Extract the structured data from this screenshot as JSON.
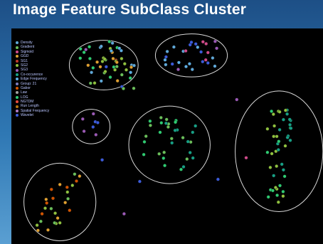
{
  "title": "Image Feature  SubClass Cluster",
  "chart_data": {
    "type": "scatter",
    "title": "Image Feature  SubClass Cluster",
    "xlabel": "",
    "ylabel": "",
    "xlim": [
      0,
      100
    ],
    "ylim": [
      0,
      100
    ],
    "grid": false,
    "legend_position": "top-left",
    "legend": [
      {
        "name": "Density",
        "color": "#5fa8d8"
      },
      {
        "name": "Gradient",
        "color": "#6abf5a"
      },
      {
        "name": "Sigmoid",
        "color": "#d04a8a"
      },
      {
        "name": "GGD",
        "color": "#e0a030"
      },
      {
        "name": "SG1",
        "color": "#c0392b"
      },
      {
        "name": "SG2",
        "color": "#8fc13e"
      },
      {
        "name": "SG3",
        "color": "#9b59b6"
      },
      {
        "name": "Co-occurence",
        "color": "#16a085"
      },
      {
        "name": "Edge Frequency",
        "color": "#5dade2"
      },
      {
        "name": "Group: 21",
        "color": "#7d7dbd"
      },
      {
        "name": "Gabor",
        "color": "#d35400"
      },
      {
        "name": "Law",
        "color": "#a0a0a0"
      },
      {
        "name": "LOG",
        "color": "#2ecc71"
      },
      {
        "name": "NGTDM",
        "color": "#e74c3c"
      },
      {
        "name": "Run Length",
        "color": "#b9770e"
      },
      {
        "name": "Spatial Frequency",
        "color": "#af7ac5"
      },
      {
        "name": "Wavelet",
        "color": "#3b5bdb"
      }
    ],
    "clusters": [
      {
        "cx": 29.5,
        "cy": 83.0,
        "rx": 11.0,
        "ry": 11.5
      },
      {
        "cx": 57.5,
        "cy": 87.5,
        "rx": 11.5,
        "ry": 10.0
      },
      {
        "cx": 25.5,
        "cy": 54.5,
        "rx": 6.0,
        "ry": 8.0
      },
      {
        "cx": 50.5,
        "cy": 46.0,
        "rx": 13.0,
        "ry": 18.0
      },
      {
        "cx": 85.5,
        "cy": 43.0,
        "rx": 14.0,
        "ry": 28.0
      },
      {
        "cx": 15.5,
        "cy": 19.5,
        "rx": 11.5,
        "ry": 18.0
      }
    ],
    "points": [
      {
        "x": 24.9,
        "y": 91.5,
        "c": "#2ecc71"
      },
      {
        "x": 33.4,
        "y": 85.3,
        "c": "#c0392b"
      },
      {
        "x": 28.4,
        "y": 82.2,
        "c": "#e0a030"
      },
      {
        "x": 31.6,
        "y": 90.7,
        "c": "#8fc13e"
      },
      {
        "x": 38.1,
        "y": 79.6,
        "c": "#5dade2"
      },
      {
        "x": 35.2,
        "y": 86.0,
        "c": "#8fc13e"
      },
      {
        "x": 31.3,
        "y": 93.9,
        "c": "#2ecc71"
      },
      {
        "x": 29.7,
        "y": 79.4,
        "c": "#6abf5a"
      },
      {
        "x": 22.1,
        "y": 90.5,
        "c": "#2ecc71"
      },
      {
        "x": 38.0,
        "y": 77.0,
        "c": "#2ecc71"
      },
      {
        "x": 25.6,
        "y": 79.6,
        "c": "#5fa8d8"
      },
      {
        "x": 29.4,
        "y": 86.3,
        "c": "#8fc13e"
      },
      {
        "x": 33.8,
        "y": 91.1,
        "c": "#2ecc71"
      },
      {
        "x": 26.6,
        "y": 74.7,
        "c": "#8fc13e"
      },
      {
        "x": 23.2,
        "y": 88.9,
        "c": "#2ecc71"
      },
      {
        "x": 30.1,
        "y": 85.4,
        "c": "#6abf5a"
      },
      {
        "x": 39.1,
        "y": 72.2,
        "c": "#6abf5a"
      },
      {
        "x": 25.1,
        "y": 86.0,
        "c": "#2ecc71"
      },
      {
        "x": 29.1,
        "y": 84.7,
        "c": "#8fc13e"
      },
      {
        "x": 32.7,
        "y": 82.1,
        "c": "#2ecc71"
      },
      {
        "x": 28.4,
        "y": 91.2,
        "c": "#5fa8d8"
      },
      {
        "x": 33.4,
        "y": 84.8,
        "c": "#8fc13e"
      },
      {
        "x": 24.5,
        "y": 82.9,
        "c": "#e0a030"
      },
      {
        "x": 27.4,
        "y": 84.4,
        "c": "#e0a030"
      },
      {
        "x": 38.4,
        "y": 83.0,
        "c": "#5fa8d8"
      },
      {
        "x": 23.8,
        "y": 90.2,
        "c": "#9b59b6"
      },
      {
        "x": 30.3,
        "y": 82.2,
        "c": "#3b5bdb"
      },
      {
        "x": 33.1,
        "y": 80.8,
        "c": "#8fc13e"
      },
      {
        "x": 32.2,
        "y": 88.9,
        "c": "#e0a030"
      },
      {
        "x": 39.2,
        "y": 82.8,
        "c": "#5fa8d8"
      },
      {
        "x": 33.7,
        "y": 84.3,
        "c": "#e0a030"
      },
      {
        "x": 35.3,
        "y": 73.0,
        "c": "#3b5bdb"
      },
      {
        "x": 36.7,
        "y": 80.8,
        "c": "#8fc13e"
      },
      {
        "x": 26.1,
        "y": 81.7,
        "c": "#2ecc71"
      },
      {
        "x": 28.7,
        "y": 75.6,
        "c": "#5fa8d8"
      },
      {
        "x": 38.3,
        "y": 82.0,
        "c": "#e0a030"
      },
      {
        "x": 35.8,
        "y": 72.1,
        "c": "#6abf5a"
      },
      {
        "x": 33.7,
        "y": 82.3,
        "c": "#6abf5a"
      },
      {
        "x": 32.3,
        "y": 93.2,
        "c": "#5fa8d8"
      },
      {
        "x": 31.6,
        "y": 77.4,
        "c": "#2ecc71"
      },
      {
        "x": 31.9,
        "y": 89.6,
        "c": "#5dade2"
      },
      {
        "x": 29.8,
        "y": 85.8,
        "c": "#8fc13e"
      },
      {
        "x": 36.2,
        "y": 83.6,
        "c": "#8fc13e"
      },
      {
        "x": 22.0,
        "y": 86.2,
        "c": "#2ecc71"
      },
      {
        "x": 30.0,
        "y": 80.0,
        "c": "#8fc13e"
      },
      {
        "x": 25.3,
        "y": 74.6,
        "c": "#6abf5a"
      },
      {
        "x": 35.1,
        "y": 89.7,
        "c": "#5dade2"
      },
      {
        "x": 35.3,
        "y": 78.5,
        "c": "#6abf5a"
      },
      {
        "x": 33.9,
        "y": 75.7,
        "c": "#e0a030"
      },
      {
        "x": 34.5,
        "y": 90.8,
        "c": "#5dade2"
      },
      {
        "x": 28.7,
        "y": 91.7,
        "c": "#5fa8d8"
      },
      {
        "x": 32.5,
        "y": 86.0,
        "c": "#e0a030"
      },
      {
        "x": 58.9,
        "y": 92.8,
        "c": "#3b5bdb"
      },
      {
        "x": 55.8,
        "y": 82.3,
        "c": "#5dade2"
      },
      {
        "x": 65.0,
        "y": 82.5,
        "c": "#5fa8d8"
      },
      {
        "x": 62.1,
        "y": 85.4,
        "c": "#d04a8a"
      },
      {
        "x": 51.4,
        "y": 83.5,
        "c": "#3b5bdb"
      },
      {
        "x": 62.8,
        "y": 84.0,
        "c": "#3b5bdb"
      },
      {
        "x": 49.8,
        "y": 89.3,
        "c": "#5fa8d8"
      },
      {
        "x": 53.5,
        "y": 84.2,
        "c": "#5dade2"
      },
      {
        "x": 65.1,
        "y": 94.0,
        "c": "#9b59b6"
      },
      {
        "x": 62.8,
        "y": 88.8,
        "c": "#d04a8a"
      },
      {
        "x": 49.4,
        "y": 86.8,
        "c": "#3b5bdb"
      },
      {
        "x": 64.3,
        "y": 86.3,
        "c": "#5fa8d8"
      },
      {
        "x": 61.1,
        "y": 84.6,
        "c": "#3b5bdb"
      },
      {
        "x": 51.9,
        "y": 91.4,
        "c": "#5fa8d8"
      },
      {
        "x": 61.2,
        "y": 93.8,
        "c": "#d04a8a"
      },
      {
        "x": 56.9,
        "y": 83.6,
        "c": "#5dade2"
      },
      {
        "x": 53.3,
        "y": 81.0,
        "c": "#9b59b6"
      },
      {
        "x": 49.1,
        "y": 85.4,
        "c": "#5dade2"
      },
      {
        "x": 60.6,
        "y": 89.1,
        "c": "#3b5bdb"
      },
      {
        "x": 54.9,
        "y": 89.4,
        "c": "#5fa8d8"
      },
      {
        "x": 55.7,
        "y": 89.6,
        "c": "#d04a8a"
      },
      {
        "x": 62.2,
        "y": 92.9,
        "c": "#d04a8a"
      },
      {
        "x": 49.3,
        "y": 83.2,
        "c": "#5fa8d8"
      },
      {
        "x": 65.6,
        "y": 90.8,
        "c": "#9b59b6"
      },
      {
        "x": 57.1,
        "y": 92.4,
        "c": "#3b5bdb"
      },
      {
        "x": 59.5,
        "y": 91.3,
        "c": "#5dade2"
      },
      {
        "x": 57.8,
        "y": 81.0,
        "c": "#5fa8d8"
      },
      {
        "x": 57.5,
        "y": 93.6,
        "c": "#3b5bdb"
      },
      {
        "x": 23.2,
        "y": 52.3,
        "c": "#9b59b6"
      },
      {
        "x": 26.8,
        "y": 56.7,
        "c": "#3b5bdb"
      },
      {
        "x": 26.1,
        "y": 54.3,
        "c": "#3b5bdb"
      },
      {
        "x": 27.6,
        "y": 56.3,
        "c": "#3b5bdb"
      },
      {
        "x": 26.2,
        "y": 60.4,
        "c": "#9b59b6"
      },
      {
        "x": 27.0,
        "y": 50.7,
        "c": "#9b59b6"
      },
      {
        "x": 22.8,
        "y": 58.0,
        "c": "#9b59b6"
      },
      {
        "x": 51.3,
        "y": 46.9,
        "c": "#16a085"
      },
      {
        "x": 47.5,
        "y": 51.8,
        "c": "#2ecc71"
      },
      {
        "x": 48.8,
        "y": 42.5,
        "c": "#6abf5a"
      },
      {
        "x": 52.6,
        "y": 57.3,
        "c": "#2ecc71"
      },
      {
        "x": 42.3,
        "y": 41.5,
        "c": "#2ecc71"
      },
      {
        "x": 47.2,
        "y": 41.8,
        "c": "#6abf5a"
      },
      {
        "x": 57.3,
        "y": 47.3,
        "c": "#6abf5a"
      },
      {
        "x": 57.9,
        "y": 51.8,
        "c": "#16a085"
      },
      {
        "x": 44.4,
        "y": 55.0,
        "c": "#6abf5a"
      },
      {
        "x": 49.0,
        "y": 36.4,
        "c": "#2ecc71"
      },
      {
        "x": 58.0,
        "y": 39.9,
        "c": "#16a085"
      },
      {
        "x": 53.0,
        "y": 52.9,
        "c": "#16a085"
      },
      {
        "x": 42.5,
        "y": 47.4,
        "c": "#2ecc71"
      },
      {
        "x": 43.0,
        "y": 50.0,
        "c": "#6abf5a"
      },
      {
        "x": 48.6,
        "y": 39.8,
        "c": "#2ecc71"
      },
      {
        "x": 56.1,
        "y": 39.4,
        "c": "#6abf5a"
      },
      {
        "x": 44.3,
        "y": 57.0,
        "c": "#2ecc71"
      },
      {
        "x": 49.6,
        "y": 57.8,
        "c": "#6abf5a"
      },
      {
        "x": 58.8,
        "y": 54.8,
        "c": "#16a085"
      },
      {
        "x": 56.4,
        "y": 47.5,
        "c": "#16a085"
      },
      {
        "x": 50.2,
        "y": 55.7,
        "c": "#6abf5a"
      },
      {
        "x": 47.8,
        "y": 58.6,
        "c": "#6abf5a"
      },
      {
        "x": 51.2,
        "y": 48.9,
        "c": "#6abf5a"
      },
      {
        "x": 55.0,
        "y": 35.8,
        "c": "#16a085"
      },
      {
        "x": 57.1,
        "y": 42.4,
        "c": "#16a085"
      },
      {
        "x": 52.4,
        "y": 56.5,
        "c": "#2ecc71"
      },
      {
        "x": 54.2,
        "y": 34.6,
        "c": "#2ecc71"
      },
      {
        "x": 49.4,
        "y": 56.0,
        "c": "#16a085"
      },
      {
        "x": 52.3,
        "y": 52.7,
        "c": "#16a085"
      },
      {
        "x": 47.9,
        "y": 56.2,
        "c": "#2ecc71"
      },
      {
        "x": 54.8,
        "y": 49.3,
        "c": "#6abf5a"
      },
      {
        "x": 50.1,
        "y": 54.3,
        "c": "#6abf5a"
      },
      {
        "x": 89.1,
        "y": 53.8,
        "c": "#2ecc71"
      },
      {
        "x": 87.3,
        "y": 31.4,
        "c": "#2ecc71"
      },
      {
        "x": 86.8,
        "y": 22.2,
        "c": "#8fc13e"
      },
      {
        "x": 85.3,
        "y": 19.4,
        "c": "#8fc13e"
      },
      {
        "x": 84.9,
        "y": 22.6,
        "c": "#2ecc71"
      },
      {
        "x": 82.8,
        "y": 25.1,
        "c": "#2ecc71"
      },
      {
        "x": 81.8,
        "y": 53.4,
        "c": "#8fc13e"
      },
      {
        "x": 89.0,
        "y": 55.3,
        "c": "#16a085"
      },
      {
        "x": 85.1,
        "y": 46.5,
        "c": "#16a085"
      },
      {
        "x": 87.5,
        "y": 45.5,
        "c": "#8fc13e"
      },
      {
        "x": 83.7,
        "y": 60.2,
        "c": "#8fc13e"
      },
      {
        "x": 83.2,
        "y": 41.9,
        "c": "#8fc13e"
      },
      {
        "x": 84.8,
        "y": 25.5,
        "c": "#8fc13e"
      },
      {
        "x": 85.7,
        "y": 53.0,
        "c": "#16a085"
      },
      {
        "x": 89.2,
        "y": 57.3,
        "c": "#16a085"
      },
      {
        "x": 85.4,
        "y": 47.6,
        "c": "#2ecc71"
      },
      {
        "x": 85.3,
        "y": 61.6,
        "c": "#8fc13e"
      },
      {
        "x": 86.9,
        "y": 57.7,
        "c": "#16a085"
      },
      {
        "x": 88.4,
        "y": 50.1,
        "c": "#16a085"
      },
      {
        "x": 85.7,
        "y": 61.3,
        "c": "#8fc13e"
      },
      {
        "x": 86.8,
        "y": 24.3,
        "c": "#2ecc71"
      },
      {
        "x": 84.5,
        "y": 43.0,
        "c": "#8fc13e"
      },
      {
        "x": 88.1,
        "y": 62.1,
        "c": "#16a085"
      },
      {
        "x": 84.0,
        "y": 54.8,
        "c": "#8fc13e"
      },
      {
        "x": 88.9,
        "y": 57.8,
        "c": "#16a085"
      },
      {
        "x": 85.8,
        "y": 27.1,
        "c": "#2ecc71"
      },
      {
        "x": 88.1,
        "y": 60.3,
        "c": "#16a085"
      },
      {
        "x": 82.1,
        "y": 21.8,
        "c": "#2ecc71"
      },
      {
        "x": 84.8,
        "y": 49.9,
        "c": "#8fc13e"
      },
      {
        "x": 88.2,
        "y": 49.4,
        "c": "#16a085"
      },
      {
        "x": 89.3,
        "y": 53.7,
        "c": "#16a085"
      },
      {
        "x": 86.4,
        "y": 37.0,
        "c": "#16a085"
      },
      {
        "x": 83.1,
        "y": 61.6,
        "c": "#2ecc71"
      },
      {
        "x": 83.8,
        "y": 49.9,
        "c": "#8fc13e"
      },
      {
        "x": 84.7,
        "y": 36.1,
        "c": "#8fc13e"
      },
      {
        "x": 87.6,
        "y": 62.0,
        "c": "#8fc13e"
      },
      {
        "x": 82.7,
        "y": 35.5,
        "c": "#8fc13e"
      },
      {
        "x": 86.9,
        "y": 34.4,
        "c": "#16a085"
      },
      {
        "x": 84.4,
        "y": 26.2,
        "c": "#8fc13e"
      },
      {
        "x": 85.3,
        "y": 43.7,
        "c": "#16a085"
      },
      {
        "x": 81.8,
        "y": 42.5,
        "c": "#2ecc71"
      },
      {
        "x": 89.1,
        "y": 48.1,
        "c": "#16a085"
      },
      {
        "x": 83.8,
        "y": 31.7,
        "c": "#16a085"
      },
      {
        "x": 83.5,
        "y": 24.8,
        "c": "#2ecc71"
      },
      {
        "x": 18.1,
        "y": 21.0,
        "c": "#6abf5a"
      },
      {
        "x": 9.8,
        "y": 14.0,
        "c": "#d35400"
      },
      {
        "x": 17.9,
        "y": 24.1,
        "c": "#8fc13e"
      },
      {
        "x": 21.8,
        "y": 31.5,
        "c": "#e0a030"
      },
      {
        "x": 11.1,
        "y": 20.7,
        "c": "#e0a030"
      },
      {
        "x": 12.8,
        "y": 25.3,
        "c": "#d35400"
      },
      {
        "x": 9.4,
        "y": 10.5,
        "c": "#6abf5a"
      },
      {
        "x": 14.3,
        "y": 9.5,
        "c": "#8fc13e"
      },
      {
        "x": 14.0,
        "y": 14.3,
        "c": "#8fc13e"
      },
      {
        "x": 11.3,
        "y": 19.0,
        "c": "#d35400"
      },
      {
        "x": 17.8,
        "y": 26.3,
        "c": "#d35400"
      },
      {
        "x": 20.2,
        "y": 32.4,
        "c": "#6abf5a"
      },
      {
        "x": 18.6,
        "y": 15.6,
        "c": "#d35400"
      },
      {
        "x": 8.5,
        "y": 6.3,
        "c": "#e0a030"
      },
      {
        "x": 14.8,
        "y": 12.0,
        "c": "#e0a030"
      },
      {
        "x": 20.8,
        "y": 29.2,
        "c": "#d35400"
      },
      {
        "x": 13.3,
        "y": 21.2,
        "c": "#d35400"
      },
      {
        "x": 12.7,
        "y": 16.4,
        "c": "#6abf5a"
      },
      {
        "x": 10.8,
        "y": 16.6,
        "c": "#8fc13e"
      },
      {
        "x": 11.7,
        "y": 6.5,
        "c": "#e0a030"
      },
      {
        "x": 15.5,
        "y": 27.6,
        "c": "#e0a030"
      },
      {
        "x": 13.8,
        "y": 9.8,
        "c": "#6abf5a"
      },
      {
        "x": 15.5,
        "y": 9.8,
        "c": "#8fc13e"
      },
      {
        "x": 8.2,
        "y": 8.7,
        "c": "#8fc13e"
      },
      {
        "x": 17.2,
        "y": 19.2,
        "c": "#e0a030"
      },
      {
        "x": 19.5,
        "y": 27.2,
        "c": "#8fc13e"
      },
      {
        "x": 41.0,
        "y": 29.0,
        "c": "#3b5bdb"
      },
      {
        "x": 36.0,
        "y": 14.0,
        "c": "#9b59b6"
      },
      {
        "x": 66.0,
        "y": 30.0,
        "c": "#3b5bdb"
      },
      {
        "x": 72.0,
        "y": 67.0,
        "c": "#9b59b6"
      },
      {
        "x": 29.0,
        "y": 39.0,
        "c": "#3b5bdb"
      },
      {
        "x": 75.0,
        "y": 40.0,
        "c": "#d04a8a"
      }
    ]
  }
}
